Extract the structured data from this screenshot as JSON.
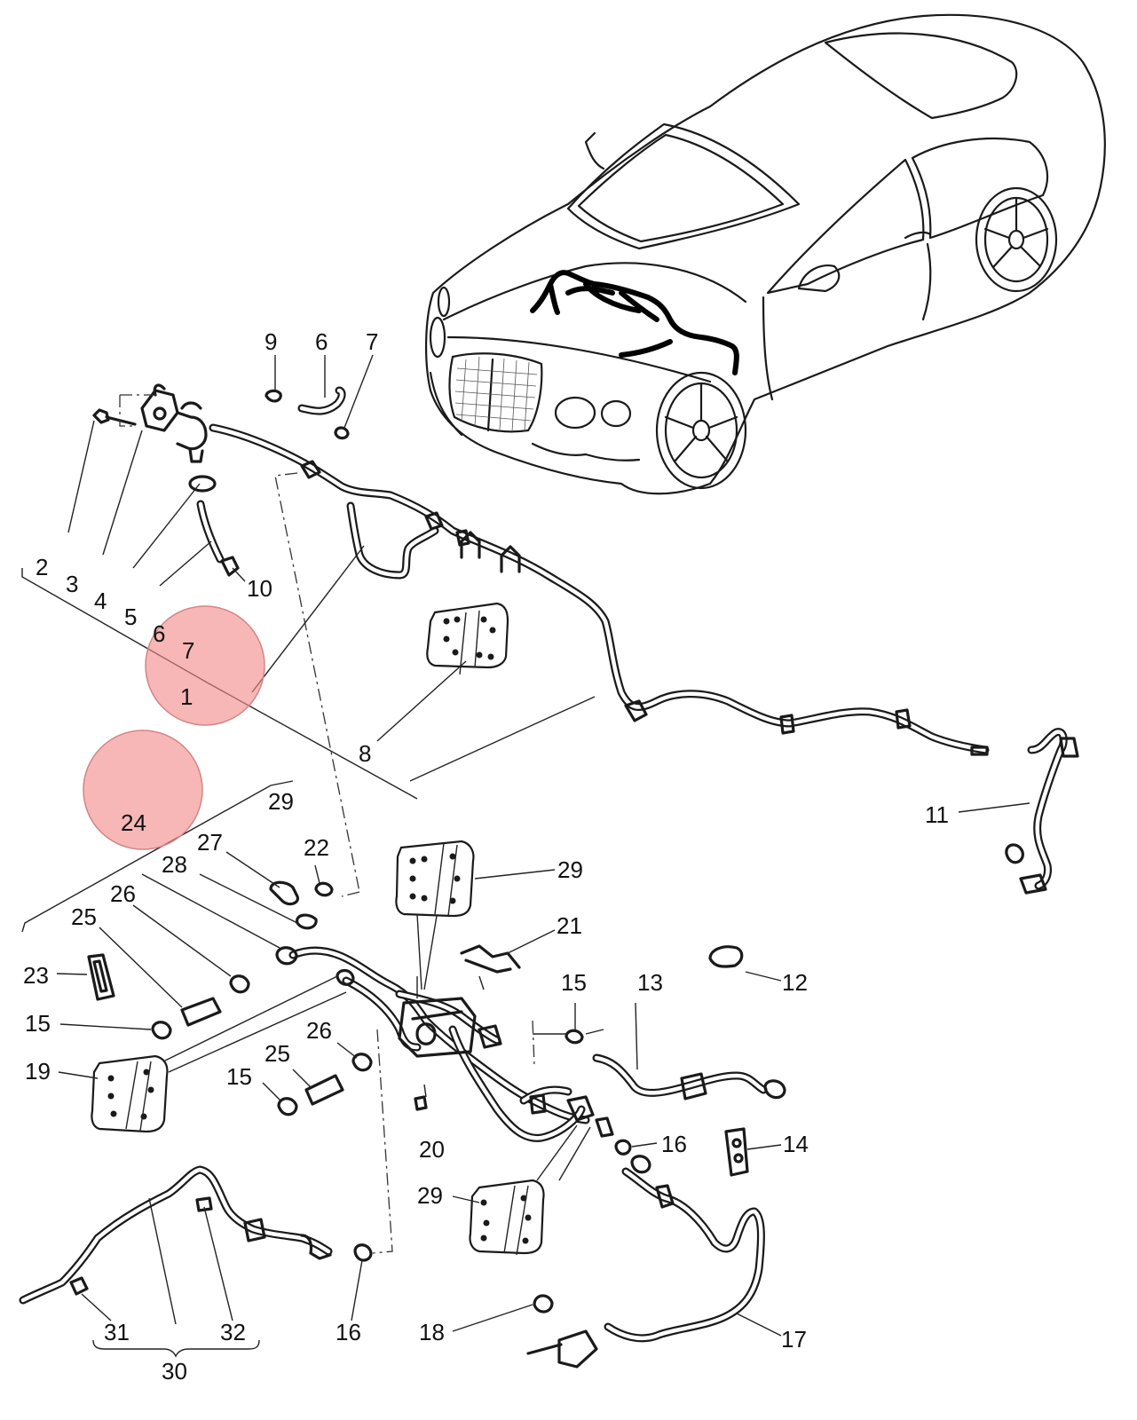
{
  "callouts": [
    {
      "id": "c9",
      "label": "9"
    },
    {
      "id": "c6a",
      "label": "6"
    },
    {
      "id": "c7a",
      "label": "7"
    },
    {
      "id": "c2",
      "label": "2"
    },
    {
      "id": "c3",
      "label": "3"
    },
    {
      "id": "c4",
      "label": "4"
    },
    {
      "id": "c5",
      "label": "5"
    },
    {
      "id": "c6b",
      "label": "6"
    },
    {
      "id": "c7b",
      "label": "7"
    },
    {
      "id": "c1",
      "label": "1"
    },
    {
      "id": "c10",
      "label": "10"
    },
    {
      "id": "c8",
      "label": "8"
    },
    {
      "id": "c11",
      "label": "11"
    },
    {
      "id": "c24",
      "label": "24"
    },
    {
      "id": "c29a",
      "label": "29"
    },
    {
      "id": "c27",
      "label": "27"
    },
    {
      "id": "c22",
      "label": "22"
    },
    {
      "id": "c28",
      "label": "28"
    },
    {
      "id": "c29b",
      "label": "29"
    },
    {
      "id": "c26a",
      "label": "26"
    },
    {
      "id": "c25a",
      "label": "25"
    },
    {
      "id": "c21",
      "label": "21"
    },
    {
      "id": "c23",
      "label": "23"
    },
    {
      "id": "c15a",
      "label": "15"
    },
    {
      "id": "c13",
      "label": "13"
    },
    {
      "id": "c12",
      "label": "12"
    },
    {
      "id": "c15b",
      "label": "15"
    },
    {
      "id": "c26b",
      "label": "26"
    },
    {
      "id": "c25b",
      "label": "25"
    },
    {
      "id": "c19",
      "label": "19"
    },
    {
      "id": "c15c",
      "label": "15"
    },
    {
      "id": "c20",
      "label": "20"
    },
    {
      "id": "c16a",
      "label": "16"
    },
    {
      "id": "c14",
      "label": "14"
    },
    {
      "id": "c29c",
      "label": "29"
    },
    {
      "id": "c31",
      "label": "31"
    },
    {
      "id": "c32",
      "label": "32"
    },
    {
      "id": "c16b",
      "label": "16"
    },
    {
      "id": "c18",
      "label": "18"
    },
    {
      "id": "c17",
      "label": "17"
    },
    {
      "id": "c30",
      "label": "30"
    }
  ],
  "colors": {
    "ink": "#1a1a1a",
    "marker": "#f28b8b"
  }
}
